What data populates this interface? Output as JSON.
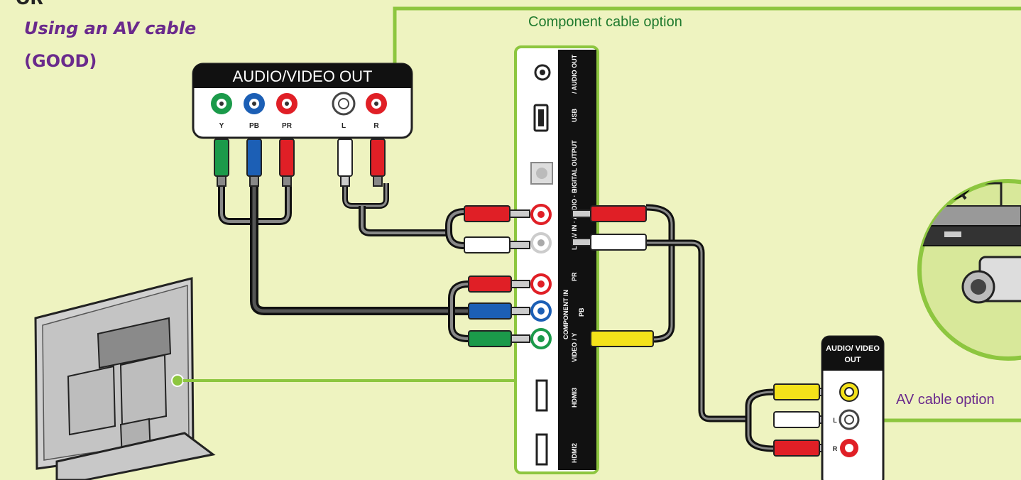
{
  "headings": {
    "or": "OR",
    "method": "Using an AV cable",
    "rating": "(GOOD)"
  },
  "options": {
    "component": "Component cable option",
    "av": "AV cable option"
  },
  "source_box": {
    "title": "AUDIO/VIDEO OUT",
    "jacks": [
      "Y",
      "PB",
      "PR",
      "L",
      "R"
    ]
  },
  "tv_panel": {
    "labels": [
      "/ AUDIO OUT",
      "USB",
      "DIGITAL OUTPUT",
      "AV IN · AUDIO · R",
      "L",
      "PR",
      "COMPONENT IN",
      "PB",
      "VIDEO / Y",
      "HDMI3",
      "HDMI2"
    ]
  },
  "device_box": {
    "title_line1": "AUDIO/ VIDEO",
    "title_line2": "OUT",
    "jacks": [
      "L",
      "R"
    ]
  },
  "colors": {
    "background": "#eef3c0",
    "accent_green": "#8dc63f",
    "purple": "#6a2a8c",
    "jack_green": "#1b9a4a",
    "jack_blue": "#1c5fb5",
    "jack_red": "#e01f26",
    "jack_yellow": "#f4e21a"
  }
}
